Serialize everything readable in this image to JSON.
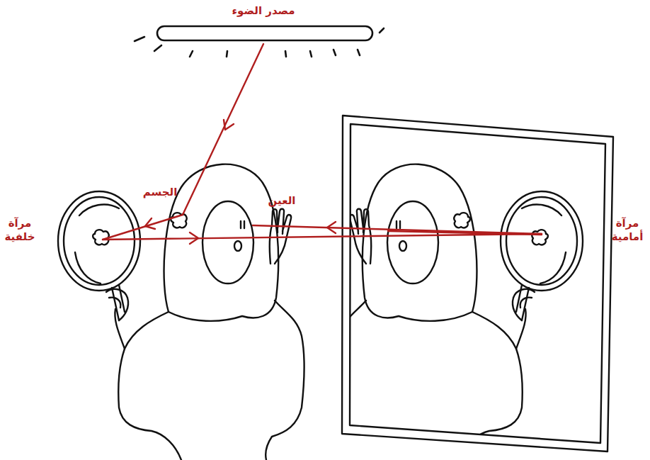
{
  "diagram": {
    "labels": [
      "مصدر الضوء",
      "الجسم",
      "العين",
      "مرآة خلفية",
      "مرآة أمامية"
    ]
  }
}
